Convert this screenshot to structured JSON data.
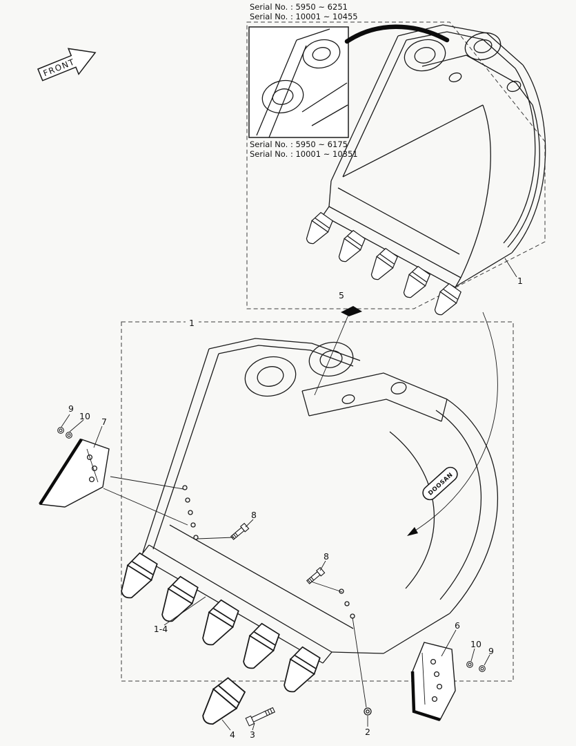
{
  "front_label": "FRONT",
  "top_figure": {
    "serials_main": [
      "Serial No. : 5950 ~ 6251",
      "Serial No. : 10001 ~ 10455"
    ],
    "serials_inset": [
      "Serial No. : 5950 ~ 6175",
      "Serial No. : 10001 ~ 10351"
    ],
    "callout_bucket": "1"
  },
  "bottom_figure": {
    "callout_box": "1",
    "brand": "DOOSAN",
    "callouts": {
      "tooth_point": "5",
      "nut_left": "9",
      "washer_left": "10",
      "side_cutter_left": "7",
      "bolt_a": "8",
      "bolt_b": "8",
      "tooth_assembly": "1-4",
      "side_cutter_right": "6",
      "washer_right": "10",
      "nut_right": "9",
      "tooth": "4",
      "bolt": "3",
      "nut": "2"
    }
  }
}
